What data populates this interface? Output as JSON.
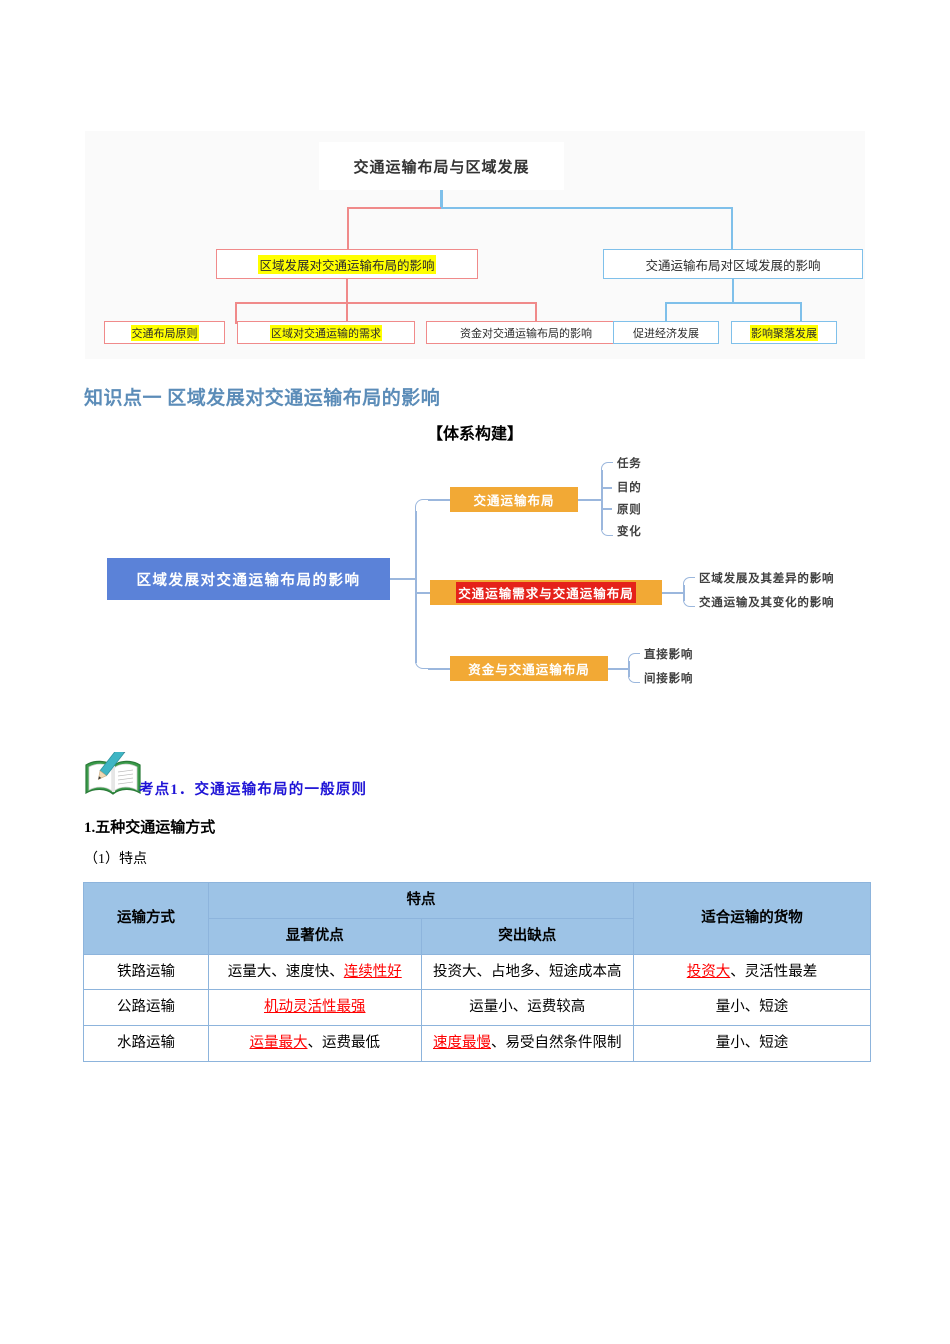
{
  "diagram1": {
    "title": "交通运输布局与区域发展",
    "left_branch": {
      "label": "区域发展对交通运输布局的影响",
      "highlighted": true,
      "color": "#f08a8a",
      "children": [
        {
          "label": "交通布局原则",
          "highlighted": true
        },
        {
          "label": "区域对交通运输的需求",
          "highlighted": true
        },
        {
          "label": "资金对交通运输布局的影响",
          "highlighted": false
        }
      ]
    },
    "right_branch": {
      "label": "交通运输布局对区域发展的影响",
      "highlighted": false,
      "color": "#7fc0ea",
      "children": [
        {
          "label": "促进经济发展",
          "highlighted": false
        },
        {
          "label": "影响聚落发展",
          "highlighted": true
        }
      ]
    }
  },
  "section": {
    "heading": "知识点一  区域发展对交通运输布局的影响",
    "framework_label": "【体系构建】"
  },
  "diagram2": {
    "root": "区域发展对交通运输布局的影响",
    "branches": [
      {
        "label": "交通运输布局",
        "red_highlight": false,
        "leaves": [
          "任务",
          "目的",
          "原则",
          "变化"
        ]
      },
      {
        "label": "交通运输需求与交通运输布局",
        "red_highlight": true,
        "leaves": [
          "区域发展及其差异的影响",
          "交通运输及其变化的影响"
        ]
      },
      {
        "label": "资金与交通运输布局",
        "red_highlight": false,
        "leaves": [
          "直接影响",
          "间接影响"
        ]
      }
    ]
  },
  "kaodian": {
    "icon": "open-book-pencil-icon",
    "text": "考点1．交通运输布局的一般原则",
    "subheading1": "1.五种交通运输方式",
    "subheading2": "（1）特点"
  },
  "table": {
    "headers": {
      "mode": "运输方式",
      "features": "特点",
      "pros": "显著优点",
      "cons": "突出缺点",
      "goods": "适合运输的货物"
    },
    "rows": [
      {
        "mode": "铁路运输",
        "pros": [
          {
            "text": "运量大、速度快、",
            "red": false
          },
          {
            "text": "连续性好",
            "red": true
          }
        ],
        "cons": [
          {
            "text": "投资大、占地多、短途成本高",
            "red": false
          }
        ],
        "goods": [
          {
            "text": "投资大",
            "red": true
          },
          {
            "text": "、灵活性最差",
            "red": false
          }
        ]
      },
      {
        "mode": "公路运输",
        "pros": [
          {
            "text": "机动灵活性最强",
            "red": true
          }
        ],
        "cons": [
          {
            "text": "运量小、运费较高",
            "red": false
          }
        ],
        "goods": [
          {
            "text": "量小、短途",
            "red": false
          }
        ]
      },
      {
        "mode": "水路运输",
        "pros": [
          {
            "text": "运量最大",
            "red": true
          },
          {
            "text": "、运费最低",
            "red": false
          }
        ],
        "cons": [
          {
            "text": "速度最慢",
            "red": true
          },
          {
            "text": "、易受自然条件限制",
            "red": false
          }
        ],
        "goods": [
          {
            "text": "量小、短途",
            "red": false
          }
        ]
      }
    ]
  },
  "colors": {
    "heading_blue": "#5b8cb8",
    "kaodian_blue": "#1f14d6",
    "table_header_fill": "#9dc3e6",
    "table_border": "#8db4dc",
    "diagram1_red": "#f08a8a",
    "diagram1_blue": "#7fc0ea",
    "diagram2_root": "#5b82d8",
    "diagram2_node": "#f2a935",
    "red_highlight": "#e5211a",
    "yellow_highlight": "#ffff00",
    "table_red_text": "#ff0000"
  }
}
